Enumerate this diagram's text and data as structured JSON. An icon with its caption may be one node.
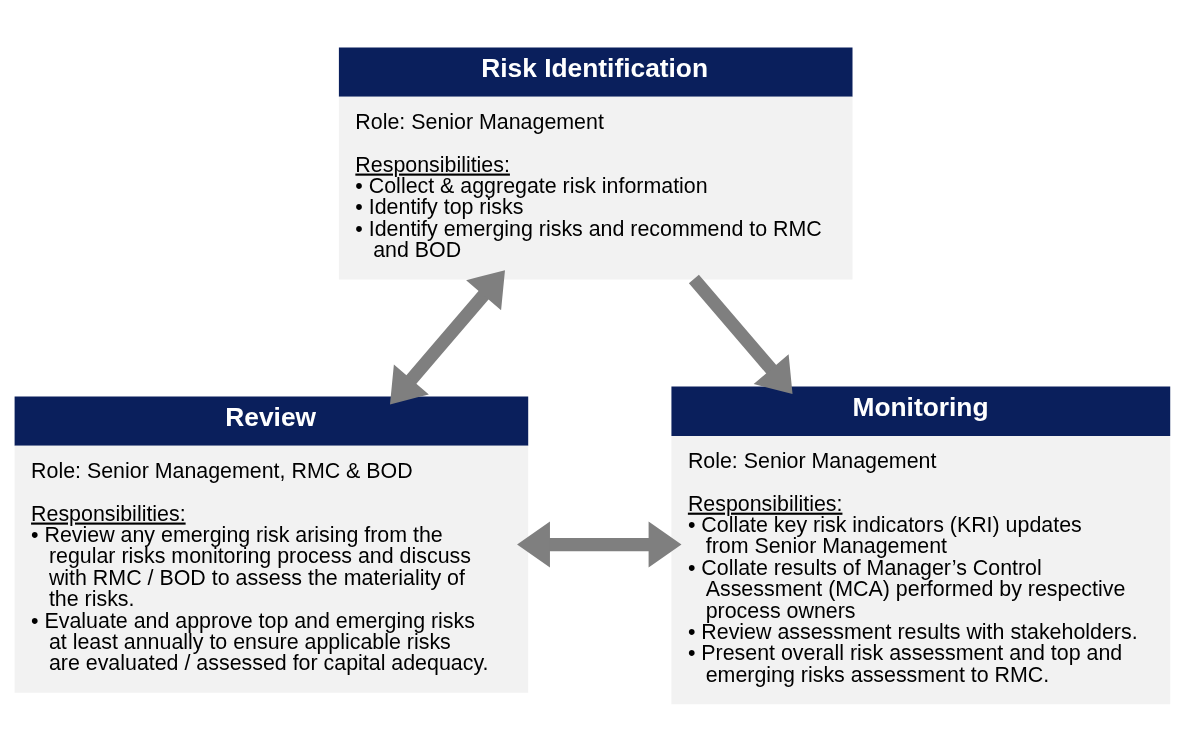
{
  "diagram": {
    "nodes": [
      {
        "text": [
          "Risk Identification",
          "Role: Senior Management",
          "Responsibilities:",
          "• Collect & aggregate risk information",
          "• Identify top risks",
          "• Identify emerging risks and recommend to RMC and BOD"
        ]
      },
      {
        "text": [
          "Review",
          "Role: Senior Management, RMC & BOD",
          "Responsibilities:",
          "• Review any emerging risk arising from the regular risks monitoring process and discuss with RMC / BOD to assess the materiality of the risks.",
          "• Evaluate and approve top and emerging risks at least annually to ensure applicable risks are evaluated / assessed for capital adequacy."
        ]
      },
      {
        "text": [
          "Monitoring",
          "Role: Senior Management",
          "Responsibilities:",
          "• Collate key risk indicators (KRI) updates from Senior Management",
          "• Collate results of Manager’s Control Assessment (MCA) performed by respective process owners",
          "• Review assessment results with stakeholders.",
          "• Present overall risk assessment and top and emerging risks assessment to RMC."
        ]
      }
    ],
    "edges": [
      {
        "from": 0,
        "to": 1,
        "arrow": "both"
      },
      {
        "from": 0,
        "to": 2,
        "arrow": "to"
      },
      {
        "from": 1,
        "to": 2,
        "arrow": "both"
      }
    ]
  }
}
